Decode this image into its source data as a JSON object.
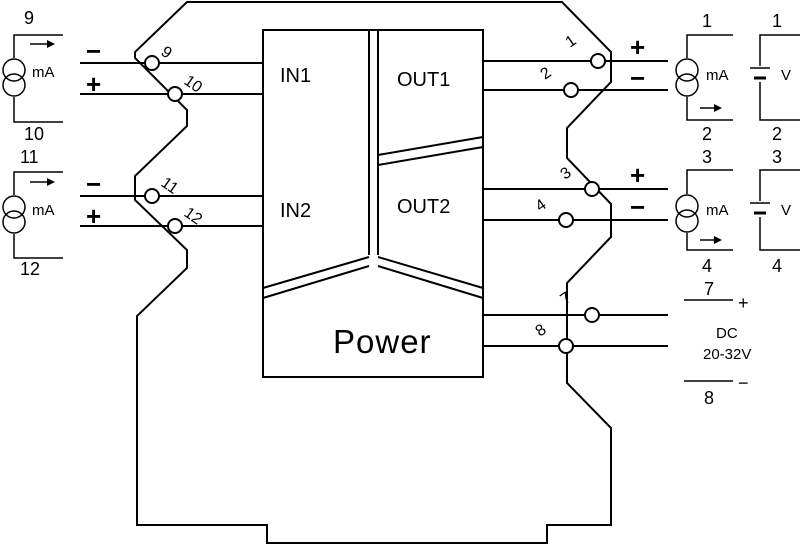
{
  "blocks": {
    "in1": "IN1",
    "in2": "IN2",
    "out1": "OUT1",
    "out2": "OUT2",
    "power": "Power"
  },
  "terminals": {
    "t1": "1",
    "t2": "2",
    "t3": "3",
    "t4": "4",
    "t7": "7",
    "t8": "8",
    "t9": "9",
    "t10": "10",
    "t11": "11",
    "t12": "12"
  },
  "signs": {
    "plus": "+",
    "minus": "−"
  },
  "sources": {
    "input1": {
      "unit": "mA",
      "top": "9",
      "bottom": "10"
    },
    "input2": {
      "unit": "mA",
      "top": "11",
      "bottom": "12"
    },
    "out1_current": {
      "unit": "mA",
      "top": "1",
      "bottom": "2"
    },
    "out1_voltage": {
      "unit": "V",
      "top": "1",
      "bottom": "2"
    },
    "out2_current": {
      "unit": "mA",
      "top": "3",
      "bottom": "4"
    },
    "out2_voltage": {
      "unit": "V",
      "top": "3",
      "bottom": "4"
    }
  },
  "supply": {
    "line1": "DC",
    "line2": "20-32V",
    "top": "7",
    "bottom": "8",
    "plus": "+",
    "minus": "−"
  }
}
